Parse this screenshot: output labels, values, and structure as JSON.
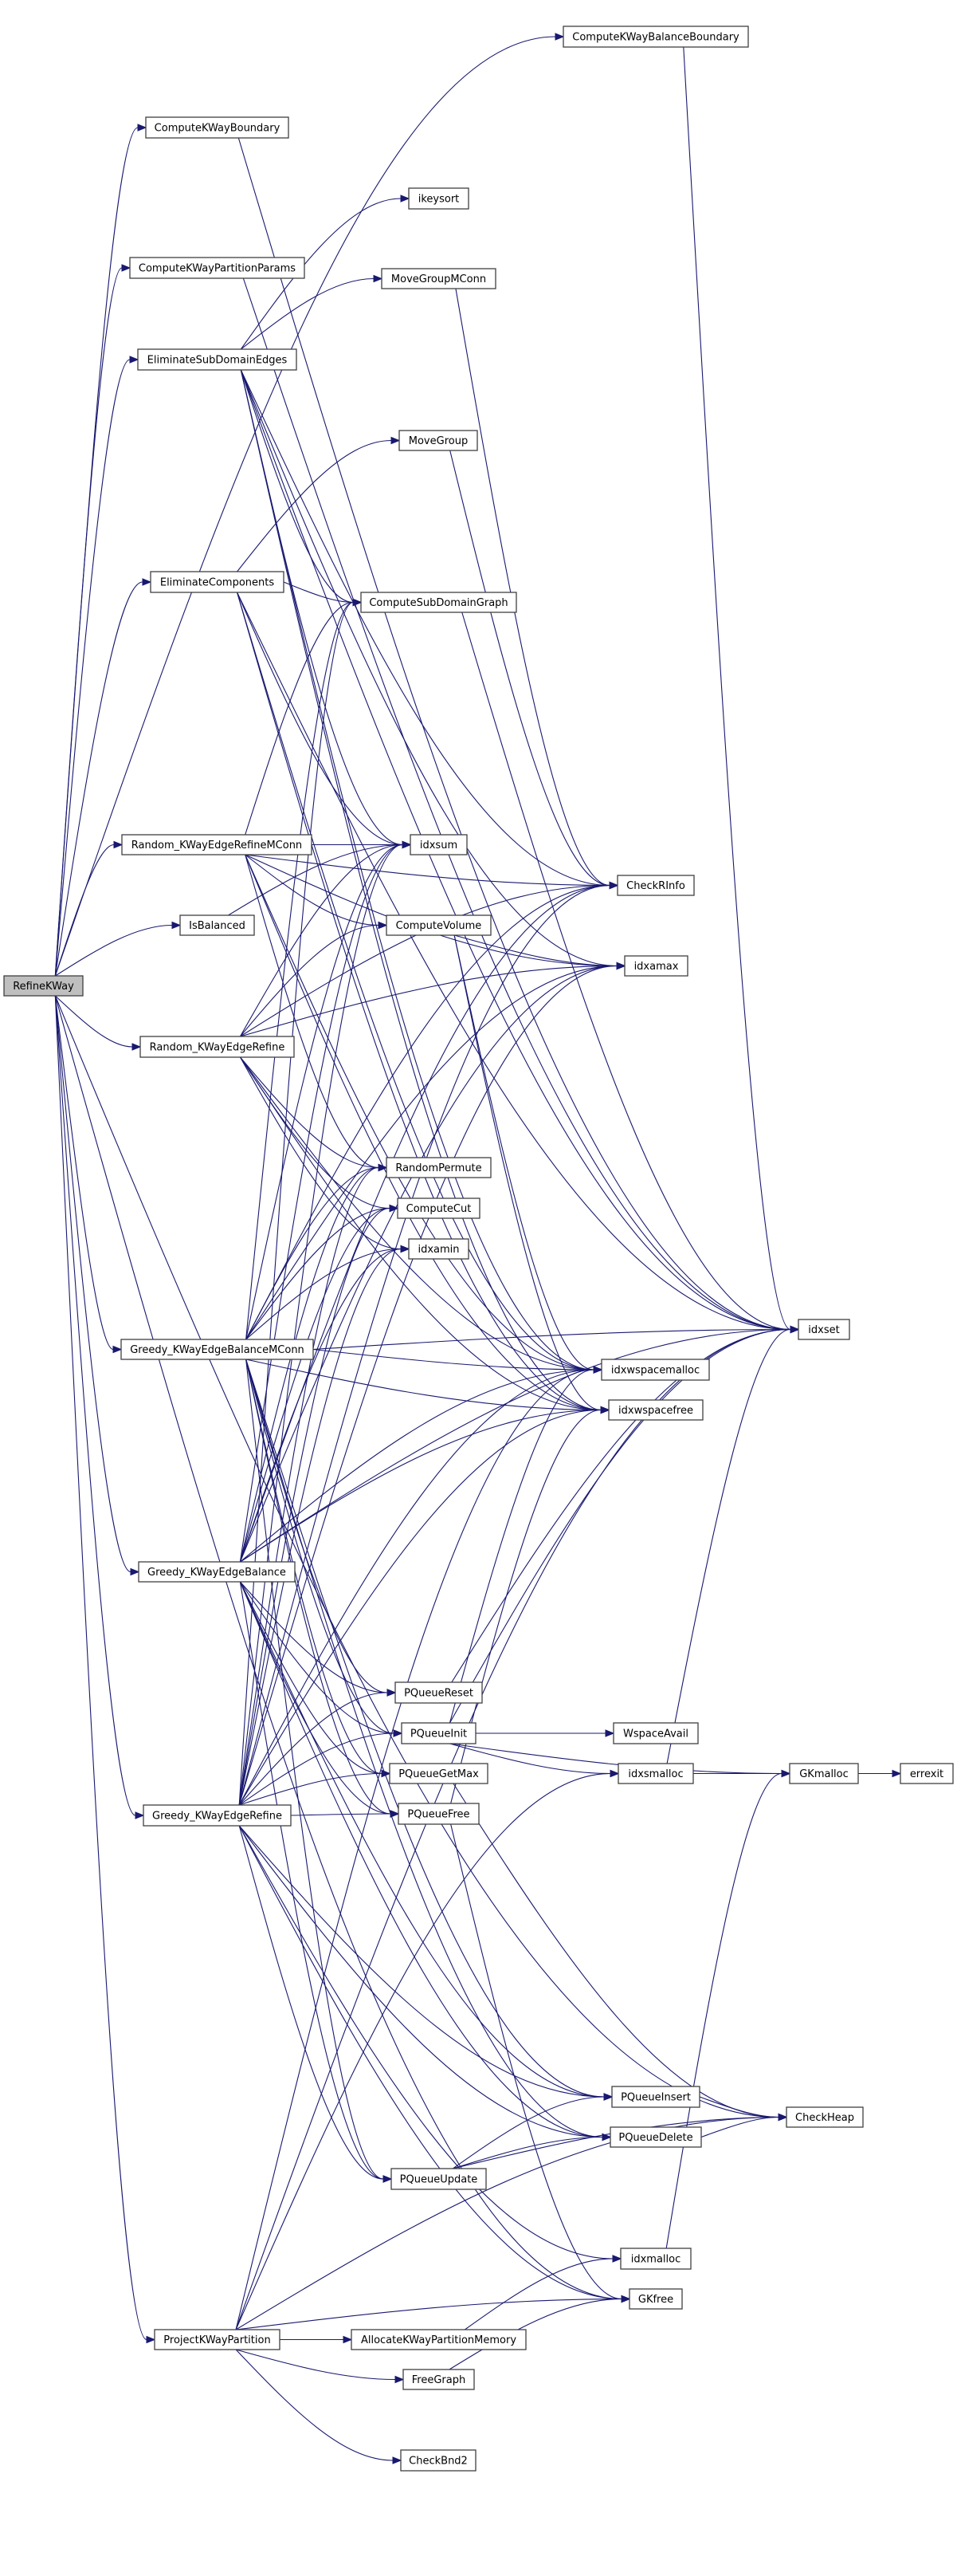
{
  "title": "RefineKWay call graph",
  "colors": {
    "edge": "#191970",
    "node_border": "#404040",
    "root_fill": "#bfbfbf",
    "node_fill": "#ffffff"
  },
  "root": "RefineKWay",
  "nodes": [
    "RefineKWay",
    "ComputeKWayBalanceBoundary",
    "ComputeKWayBoundary",
    "ikeysort",
    "ComputeKWayPartitionParams",
    "MoveGroupMConn",
    "EliminateSubDomainEdges",
    "MoveGroup",
    "EliminateComponents",
    "ComputeSubDomainGraph",
    "Random_KWayEdgeRefineMConn",
    "idxsum",
    "CheckRInfo",
    "IsBalanced",
    "ComputeVolume",
    "idxamax",
    "Random_KWayEdgeRefine",
    "RandomPermute",
    "ComputeCut",
    "idxamin",
    "Greedy_KWayEdgeBalanceMConn",
    "idxset",
    "idxwspacemalloc",
    "idxwspacefree",
    "Greedy_KWayEdgeBalance",
    "PQueueReset",
    "PQueueInit",
    "WspaceAvail",
    "PQueueGetMax",
    "idxsmalloc",
    "GKmalloc",
    "errexit",
    "Greedy_KWayEdgeRefine",
    "PQueueFree",
    "PQueueInsert",
    "CheckHeap",
    "PQueueDelete",
    "PQueueUpdate",
    "idxmalloc",
    "GKfree",
    "ProjectKWayPartition",
    "AllocateKWayPartitionMemory",
    "FreeGraph",
    "CheckBnd2"
  ],
  "edges": [
    [
      "RefineKWay",
      "ComputeKWayBalanceBoundary"
    ],
    [
      "RefineKWay",
      "ComputeKWayBoundary"
    ],
    [
      "RefineKWay",
      "ComputeKWayPartitionParams"
    ],
    [
      "RefineKWay",
      "EliminateSubDomainEdges"
    ],
    [
      "RefineKWay",
      "EliminateComponents"
    ],
    [
      "RefineKWay",
      "Random_KWayEdgeRefineMConn"
    ],
    [
      "RefineKWay",
      "IsBalanced"
    ],
    [
      "RefineKWay",
      "Random_KWayEdgeRefine"
    ],
    [
      "RefineKWay",
      "Greedy_KWayEdgeBalanceMConn"
    ],
    [
      "RefineKWay",
      "Greedy_KWayEdgeBalance"
    ],
    [
      "RefineKWay",
      "Greedy_KWayEdgeRefine"
    ],
    [
      "RefineKWay",
      "ProjectKWayPartition"
    ],
    [
      "RefineKWay",
      "GKfree"
    ],
    [
      "RefineKWay",
      "CheckHeap"
    ],
    [
      "ComputeKWayBalanceBoundary",
      "idxset"
    ],
    [
      "ComputeKWayBoundary",
      "idxset"
    ],
    [
      "ComputeKWayPartitionParams",
      "idxset"
    ],
    [
      "EliminateSubDomainEdges",
      "ikeysort"
    ],
    [
      "EliminateSubDomainEdges",
      "MoveGroupMConn"
    ],
    [
      "EliminateSubDomainEdges",
      "ComputeSubDomainGraph"
    ],
    [
      "EliminateSubDomainEdges",
      "idxsum"
    ],
    [
      "EliminateSubDomainEdges",
      "CheckRInfo"
    ],
    [
      "EliminateSubDomainEdges",
      "idxamax"
    ],
    [
      "EliminateSubDomainEdges",
      "idxwspacemalloc"
    ],
    [
      "EliminateSubDomainEdges",
      "idxwspacefree"
    ],
    [
      "EliminateSubDomainEdges",
      "idxset"
    ],
    [
      "MoveGroupMConn",
      "CheckRInfo"
    ],
    [
      "MoveGroup",
      "CheckRInfo"
    ],
    [
      "EliminateComponents",
      "MoveGroup"
    ],
    [
      "EliminateComponents",
      "ComputeSubDomainGraph"
    ],
    [
      "EliminateComponents",
      "idxsum"
    ],
    [
      "EliminateComponents",
      "idxwspacemalloc"
    ],
    [
      "EliminateComponents",
      "idxwspacefree"
    ],
    [
      "EliminateComponents",
      "idxset"
    ],
    [
      "ComputeSubDomainGraph",
      "idxset"
    ],
    [
      "Random_KWayEdgeRefineMConn",
      "idxsum"
    ],
    [
      "Random_KWayEdgeRefineMConn",
      "ComputeSubDomainGraph"
    ],
    [
      "Random_KWayEdgeRefineMConn",
      "CheckRInfo"
    ],
    [
      "Random_KWayEdgeRefineMConn",
      "ComputeVolume"
    ],
    [
      "Random_KWayEdgeRefineMConn",
      "idxamax"
    ],
    [
      "Random_KWayEdgeRefineMConn",
      "RandomPermute"
    ],
    [
      "Random_KWayEdgeRefineMConn",
      "idxwspacemalloc"
    ],
    [
      "Random_KWayEdgeRefineMConn",
      "idxwspacefree"
    ],
    [
      "IsBalanced",
      "idxsum"
    ],
    [
      "ComputeVolume",
      "idxamax"
    ],
    [
      "ComputeVolume",
      "idxwspacemalloc"
    ],
    [
      "ComputeVolume",
      "idxwspacefree"
    ],
    [
      "Random_KWayEdgeRefine",
      "ComputeVolume"
    ],
    [
      "Random_KWayEdgeRefine",
      "idxsum"
    ],
    [
      "Random_KWayEdgeRefine",
      "CheckRInfo"
    ],
    [
      "Random_KWayEdgeRefine",
      "idxamax"
    ],
    [
      "Random_KWayEdgeRefine",
      "RandomPermute"
    ],
    [
      "Random_KWayEdgeRefine",
      "ComputeCut"
    ],
    [
      "Random_KWayEdgeRefine",
      "idxamin"
    ],
    [
      "Random_KWayEdgeRefine",
      "idxwspacemalloc"
    ],
    [
      "Random_KWayEdgeRefine",
      "idxwspacefree"
    ],
    [
      "Greedy_KWayEdgeBalanceMConn",
      "idxsum"
    ],
    [
      "Greedy_KWayEdgeBalanceMConn",
      "ComputeSubDomainGraph"
    ],
    [
      "Greedy_KWayEdgeBalanceMConn",
      "CheckRInfo"
    ],
    [
      "Greedy_KWayEdgeBalanceMConn",
      "idxamax"
    ],
    [
      "Greedy_KWayEdgeBalanceMConn",
      "RandomPermute"
    ],
    [
      "Greedy_KWayEdgeBalanceMConn",
      "ComputeCut"
    ],
    [
      "Greedy_KWayEdgeBalanceMConn",
      "idxamin"
    ],
    [
      "Greedy_KWayEdgeBalanceMConn",
      "idxset"
    ],
    [
      "Greedy_KWayEdgeBalanceMConn",
      "idxwspacemalloc"
    ],
    [
      "Greedy_KWayEdgeBalanceMConn",
      "idxwspacefree"
    ],
    [
      "Greedy_KWayEdgeBalanceMConn",
      "PQueueReset"
    ],
    [
      "Greedy_KWayEdgeBalanceMConn",
      "PQueueInit"
    ],
    [
      "Greedy_KWayEdgeBalanceMConn",
      "PQueueGetMax"
    ],
    [
      "Greedy_KWayEdgeBalanceMConn",
      "PQueueFree"
    ],
    [
      "Greedy_KWayEdgeBalanceMConn",
      "PQueueInsert"
    ],
    [
      "Greedy_KWayEdgeBalanceMConn",
      "PQueueDelete"
    ],
    [
      "Greedy_KWayEdgeBalanceMConn",
      "PQueueUpdate"
    ],
    [
      "Greedy_KWayEdgeBalance",
      "idxsum"
    ],
    [
      "Greedy_KWayEdgeBalance",
      "CheckRInfo"
    ],
    [
      "Greedy_KWayEdgeBalance",
      "idxamax"
    ],
    [
      "Greedy_KWayEdgeBalance",
      "RandomPermute"
    ],
    [
      "Greedy_KWayEdgeBalance",
      "ComputeCut"
    ],
    [
      "Greedy_KWayEdgeBalance",
      "idxamin"
    ],
    [
      "Greedy_KWayEdgeBalance",
      "idxset"
    ],
    [
      "Greedy_KWayEdgeBalance",
      "idxwspacemalloc"
    ],
    [
      "Greedy_KWayEdgeBalance",
      "idxwspacefree"
    ],
    [
      "Greedy_KWayEdgeBalance",
      "PQueueReset"
    ],
    [
      "Greedy_KWayEdgeBalance",
      "PQueueInit"
    ],
    [
      "Greedy_KWayEdgeBalance",
      "PQueueGetMax"
    ],
    [
      "Greedy_KWayEdgeBalance",
      "PQueueFree"
    ],
    [
      "Greedy_KWayEdgeBalance",
      "PQueueInsert"
    ],
    [
      "Greedy_KWayEdgeBalance",
      "PQueueDelete"
    ],
    [
      "Greedy_KWayEdgeBalance",
      "PQueueUpdate"
    ],
    [
      "Greedy_KWayEdgeRefine",
      "idxsum"
    ],
    [
      "Greedy_KWayEdgeRefine",
      "ComputeSubDomainGraph"
    ],
    [
      "Greedy_KWayEdgeRefine",
      "CheckRInfo"
    ],
    [
      "Greedy_KWayEdgeRefine",
      "idxamax"
    ],
    [
      "Greedy_KWayEdgeRefine",
      "RandomPermute"
    ],
    [
      "Greedy_KWayEdgeRefine",
      "ComputeCut"
    ],
    [
      "Greedy_KWayEdgeRefine",
      "idxamin"
    ],
    [
      "Greedy_KWayEdgeRefine",
      "idxwspacemalloc"
    ],
    [
      "Greedy_KWayEdgeRefine",
      "idxwspacefree"
    ],
    [
      "Greedy_KWayEdgeRefine",
      "PQueueReset"
    ],
    [
      "Greedy_KWayEdgeRefine",
      "PQueueInit"
    ],
    [
      "Greedy_KWayEdgeRefine",
      "PQueueGetMax"
    ],
    [
      "Greedy_KWayEdgeRefine",
      "PQueueFree"
    ],
    [
      "Greedy_KWayEdgeRefine",
      "PQueueInsert"
    ],
    [
      "Greedy_KWayEdgeRefine",
      "PQueueDelete"
    ],
    [
      "Greedy_KWayEdgeRefine",
      "PQueueUpdate"
    ],
    [
      "Greedy_KWayEdgeRefine",
      "idxmalloc"
    ],
    [
      "Greedy_KWayEdgeRefine",
      "GKfree"
    ],
    [
      "PQueueReset",
      "idxset"
    ],
    [
      "PQueueInit",
      "WspaceAvail"
    ],
    [
      "PQueueInit",
      "idxsmalloc"
    ],
    [
      "PQueueInit",
      "idxwspacemalloc"
    ],
    [
      "PQueueInit",
      "GKmalloc"
    ],
    [
      "PQueueInit",
      "idxset"
    ],
    [
      "PQueueGetMax",
      "CheckHeap"
    ],
    [
      "PQueueFree",
      "idxwspacefree"
    ],
    [
      "PQueueFree",
      "GKfree"
    ],
    [
      "idxsmalloc",
      "GKmalloc"
    ],
    [
      "idxsmalloc",
      "idxset"
    ],
    [
      "GKmalloc",
      "errexit"
    ],
    [
      "PQueueInsert",
      "CheckHeap"
    ],
    [
      "PQueueDelete",
      "CheckHeap"
    ],
    [
      "PQueueUpdate",
      "PQueueInsert"
    ],
    [
      "PQueueUpdate",
      "PQueueDelete"
    ],
    [
      "PQueueUpdate",
      "CheckHeap"
    ],
    [
      "idxmalloc",
      "GKmalloc"
    ],
    [
      "ProjectKWayPartition",
      "AllocateKWayPartitionMemory"
    ],
    [
      "ProjectKWayPartition",
      "FreeGraph"
    ],
    [
      "ProjectKWayPartition",
      "CheckBnd2"
    ],
    [
      "ProjectKWayPartition",
      "idxsmalloc"
    ],
    [
      "ProjectKWayPartition",
      "idxwspacemalloc"
    ],
    [
      "ProjectKWayPartition",
      "idxset"
    ],
    [
      "ProjectKWayPartition",
      "CheckHeap"
    ],
    [
      "ProjectKWayPartition",
      "GKfree"
    ],
    [
      "AllocateKWayPartitionMemory",
      "idxmalloc"
    ],
    [
      "FreeGraph",
      "GKfree"
    ]
  ]
}
